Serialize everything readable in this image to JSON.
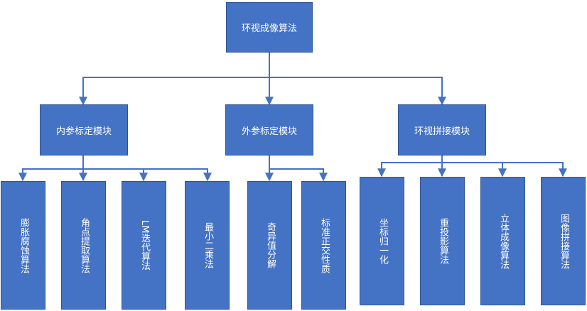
{
  "root": {
    "label": "环视成像算法"
  },
  "modules": [
    {
      "label": "内参标定模块",
      "children": [
        "膨胀腐蚀算法",
        "角点提取算法",
        "LM迭代算法",
        "最小二乘法"
      ]
    },
    {
      "label": "外参标定模块",
      "children": [
        "奇异值分解",
        "标准正交性质"
      ]
    },
    {
      "label": "环视拼接模块",
      "children": [
        "坐标归一化",
        "重投影算法",
        "立体成像算法",
        "图像拼接算法"
      ]
    }
  ],
  "colors": {
    "box_fill": "#4472c4",
    "box_border": "#2f5597",
    "connector": "#4472c4",
    "text": "#ffffff"
  }
}
